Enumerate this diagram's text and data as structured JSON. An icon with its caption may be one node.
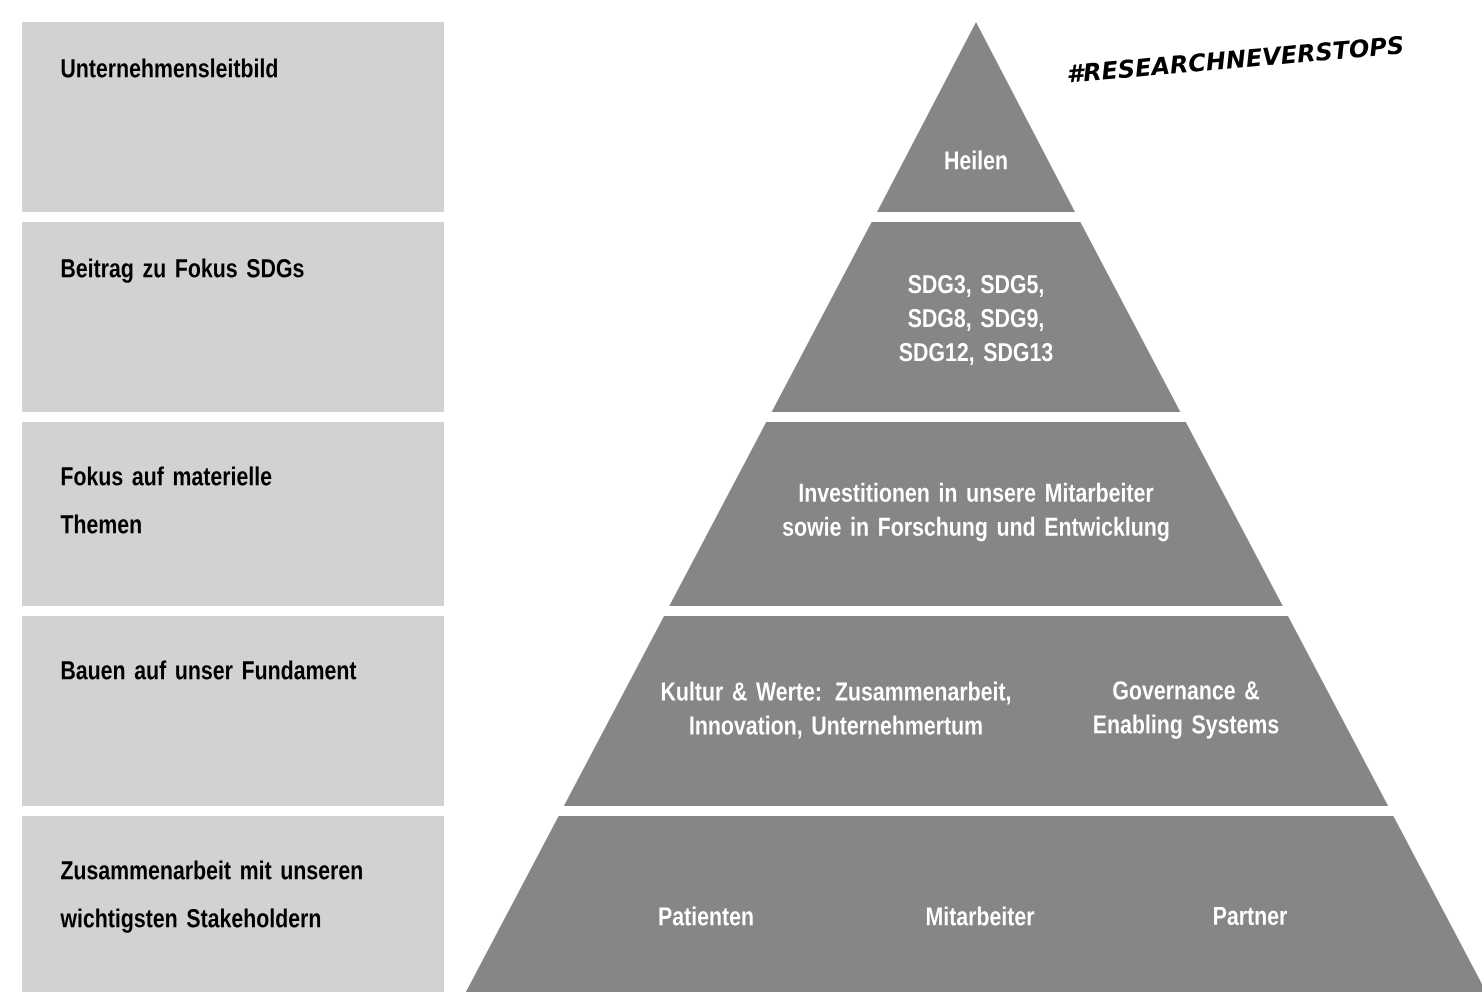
{
  "diagram": {
    "nodes": [
      {
        "text": [
          "Unternehmensleitbild"
        ]
      },
      {
        "text": [
          "Beitrag zu Fokus SDGs"
        ]
      },
      {
        "text": [
          "Fokus auf materielle Themen"
        ]
      },
      {
        "text": [
          "Bauen auf unser Fundament"
        ]
      },
      {
        "text": [
          "Zusammenarbeit mit unseren wichtigsten Stakeholdern"
        ]
      },
      {
        "text": [
          "Heilen"
        ]
      },
      {
        "text": [
          "SDG3, SDG5, SDG8, SDG9, SDG12, SDG13"
        ]
      },
      {
        "text": [
          "Investitionen in unsere Mitarbeiter sowie in Forschung und Entwicklung"
        ]
      },
      {
        "text": [
          "Kultur & Werte: Zusammenarbeit, Innovation, Unternehmertum",
          "Governance & Enabling Systems"
        ]
      },
      {
        "text": [
          "Patienten",
          "Mitarbeiter",
          "Partner"
        ]
      }
    ],
    "labels": [
      "#RESEARCHNEVERSTOPS"
    ]
  }
}
